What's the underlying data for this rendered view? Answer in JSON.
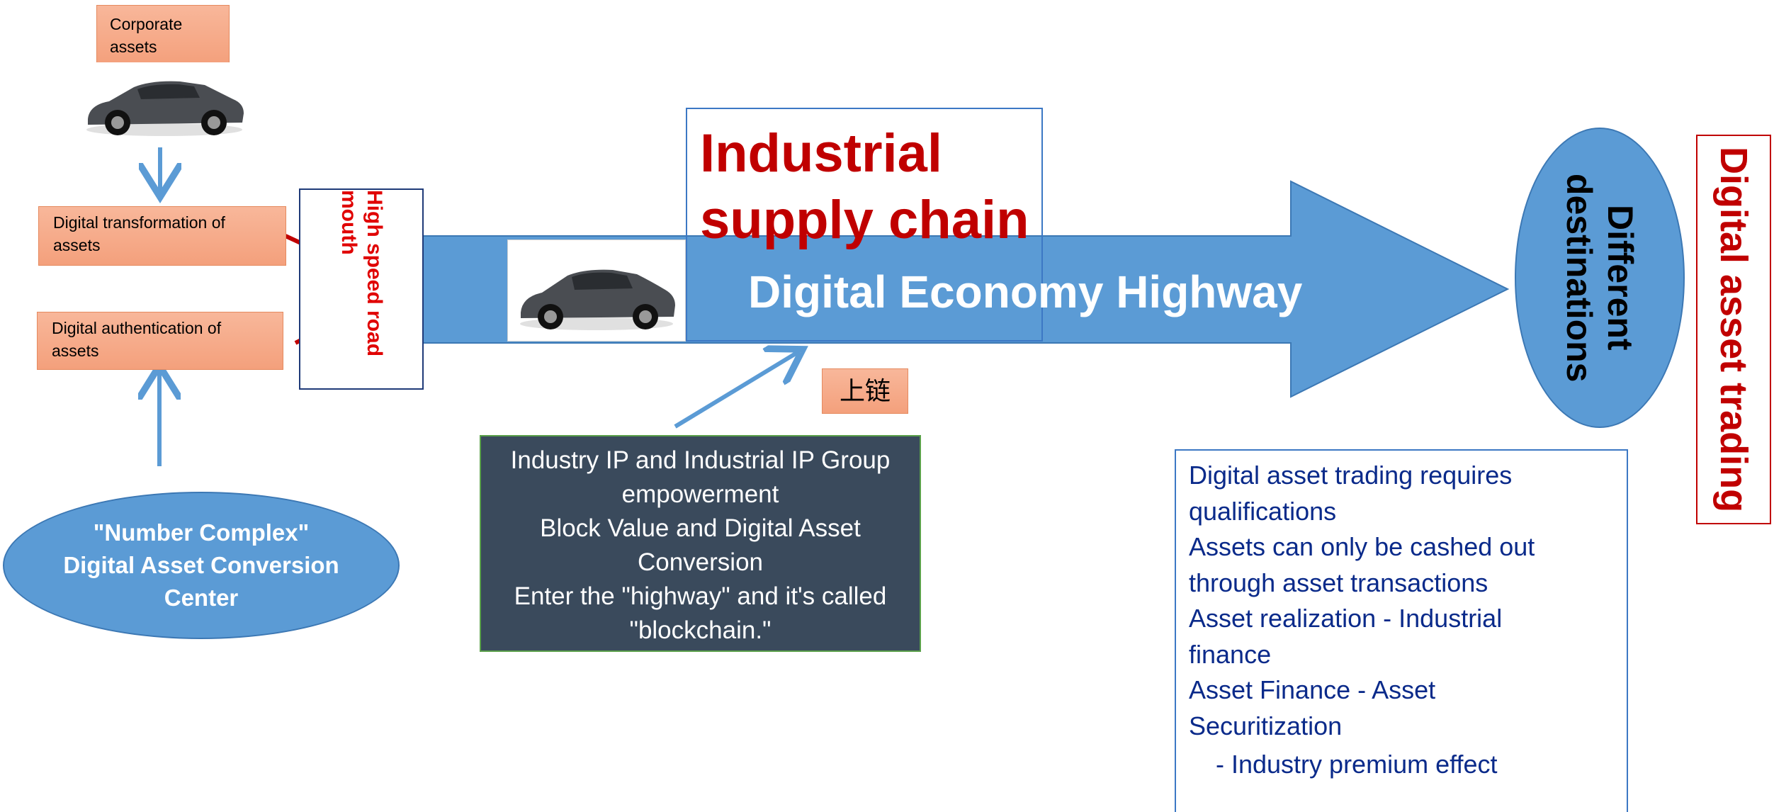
{
  "corporate_assets": "Corporate assets",
  "digital_transformation": "Digital transformation of assets",
  "digital_authentication": "Digital authentication of assets",
  "high_speed_road_mouth": "High speed road mouth",
  "number_complex": {
    "line1": "\"Number Complex\"",
    "line2": "Digital Asset Conversion",
    "line3": "Center"
  },
  "industrial_supply_chain": {
    "line1": "Industrial",
    "line2": "supply chain"
  },
  "digital_economy_highway": "Digital Economy Highway",
  "on_chain_tag": "上链",
  "industry_ip_box": {
    "lines": [
      "Industry IP and Industrial IP Group",
      "empowerment",
      "Block Value and Digital Asset",
      "Conversion",
      "Enter the \"highway\" and it's called",
      "\"blockchain.\""
    ]
  },
  "different_destinations": "Different destinations",
  "digital_asset_trading": "Digital asset trading",
  "requirements_box": {
    "lines": [
      "Digital asset trading requires",
      "qualifications",
      "Assets can only be cashed out",
      "through asset transactions",
      "Asset realization - Industrial",
      "finance",
      "Asset Finance - Asset",
      "Securitization",
      "- Industry premium effect"
    ]
  },
  "colors": {
    "highway_blue": "#5b9bd5",
    "supply_red": "#c00000",
    "arrow_red": "#c00000",
    "dark_box": "#3a4a5c",
    "orange_box": "#f4a07c",
    "req_text": "#0a2a8a"
  },
  "icons": [
    "car-image",
    "down-arrow-icon",
    "up-arrow-icon",
    "red-arrow-icon",
    "diagonal-arrow-icon"
  ]
}
